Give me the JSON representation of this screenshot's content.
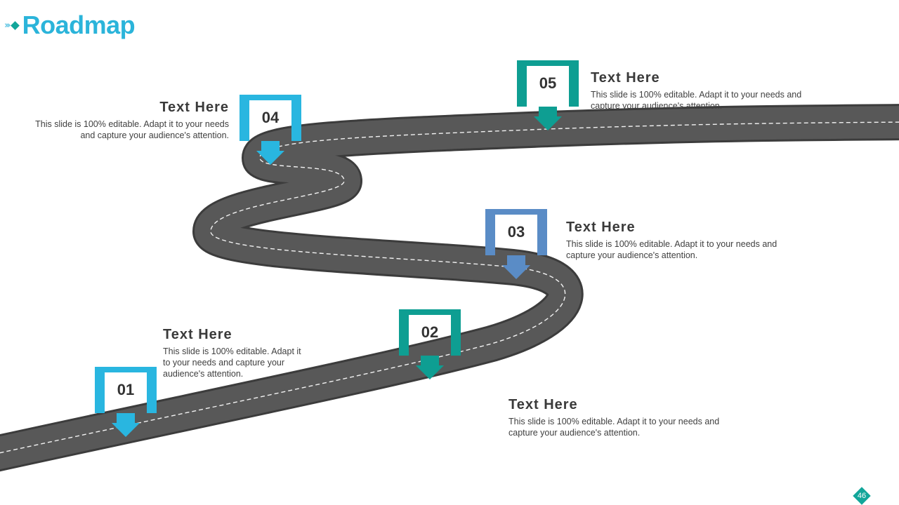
{
  "slide": {
    "title": "Roadmap",
    "page_number": "46"
  },
  "colors": {
    "accent_cyan": "#29b6e0",
    "accent_teal": "#0e9e92",
    "accent_blue": "#5a8cc6",
    "road": "#555555"
  },
  "markers": [
    {
      "label": "01",
      "color": "#29b6e0"
    },
    {
      "label": "02",
      "color": "#0e9e92"
    },
    {
      "label": "03",
      "color": "#5a8cc6"
    },
    {
      "label": "04",
      "color": "#29b6e0"
    },
    {
      "label": "05",
      "color": "#0e9e92"
    }
  ],
  "callouts": [
    {
      "heading": "Text Here",
      "body": "This slide is 100% editable. Adapt it to your needs and capture your audience's attention."
    },
    {
      "heading": "Text Here",
      "body": "This slide is 100% editable. Adapt it to your needs and capture your audience's attention."
    },
    {
      "heading": "Text Here",
      "body": "This slide is 100% editable. Adapt it to your needs and capture your audience's attention."
    },
    {
      "heading": "Text Here",
      "body": "This slide is 100% editable. Adapt it to your needs and capture your audience's attention."
    },
    {
      "heading": "Text Here",
      "body": "This slide is 100% editable. Adapt it to your needs and capture your audience's attention."
    }
  ]
}
